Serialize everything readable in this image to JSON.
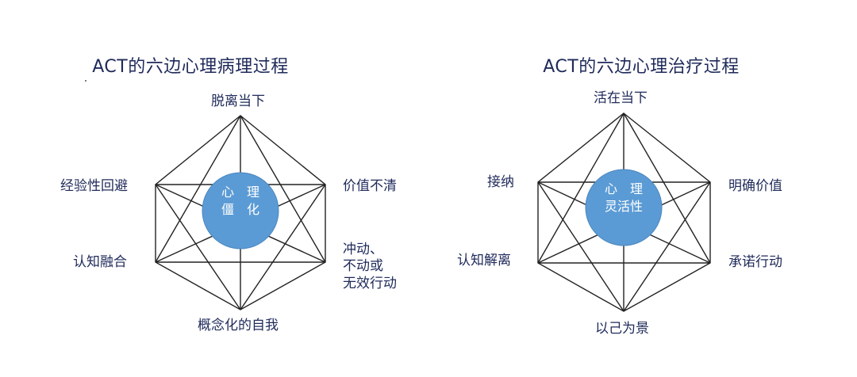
{
  "left": {
    "title": "ACT的六边心理病理过程",
    "center": {
      "line1": "心　理",
      "line2": "僵　化"
    },
    "nodes": {
      "top": "脱离当下",
      "upper_left": "经验性回避",
      "upper_right": "价值不清",
      "lower_left": "认知融合",
      "lower_right_1": "冲动、",
      "lower_right_2": "不动或",
      "lower_right_3": "无效行动",
      "bottom": "概念化的自我"
    }
  },
  "right": {
    "title": "ACT的六边心理治疗过程",
    "center": {
      "line1": "心　理",
      "line2": "灵活性"
    },
    "nodes": {
      "top": "活在当下",
      "upper_left": "接纳",
      "upper_right": "明确价值",
      "lower_left": "认知解离",
      "lower_right": "承诺行动",
      "bottom": "以己为景"
    }
  },
  "colors": {
    "text": "#1f2a5a",
    "core_fill": "#5b9bd5",
    "lines": "#222222"
  }
}
